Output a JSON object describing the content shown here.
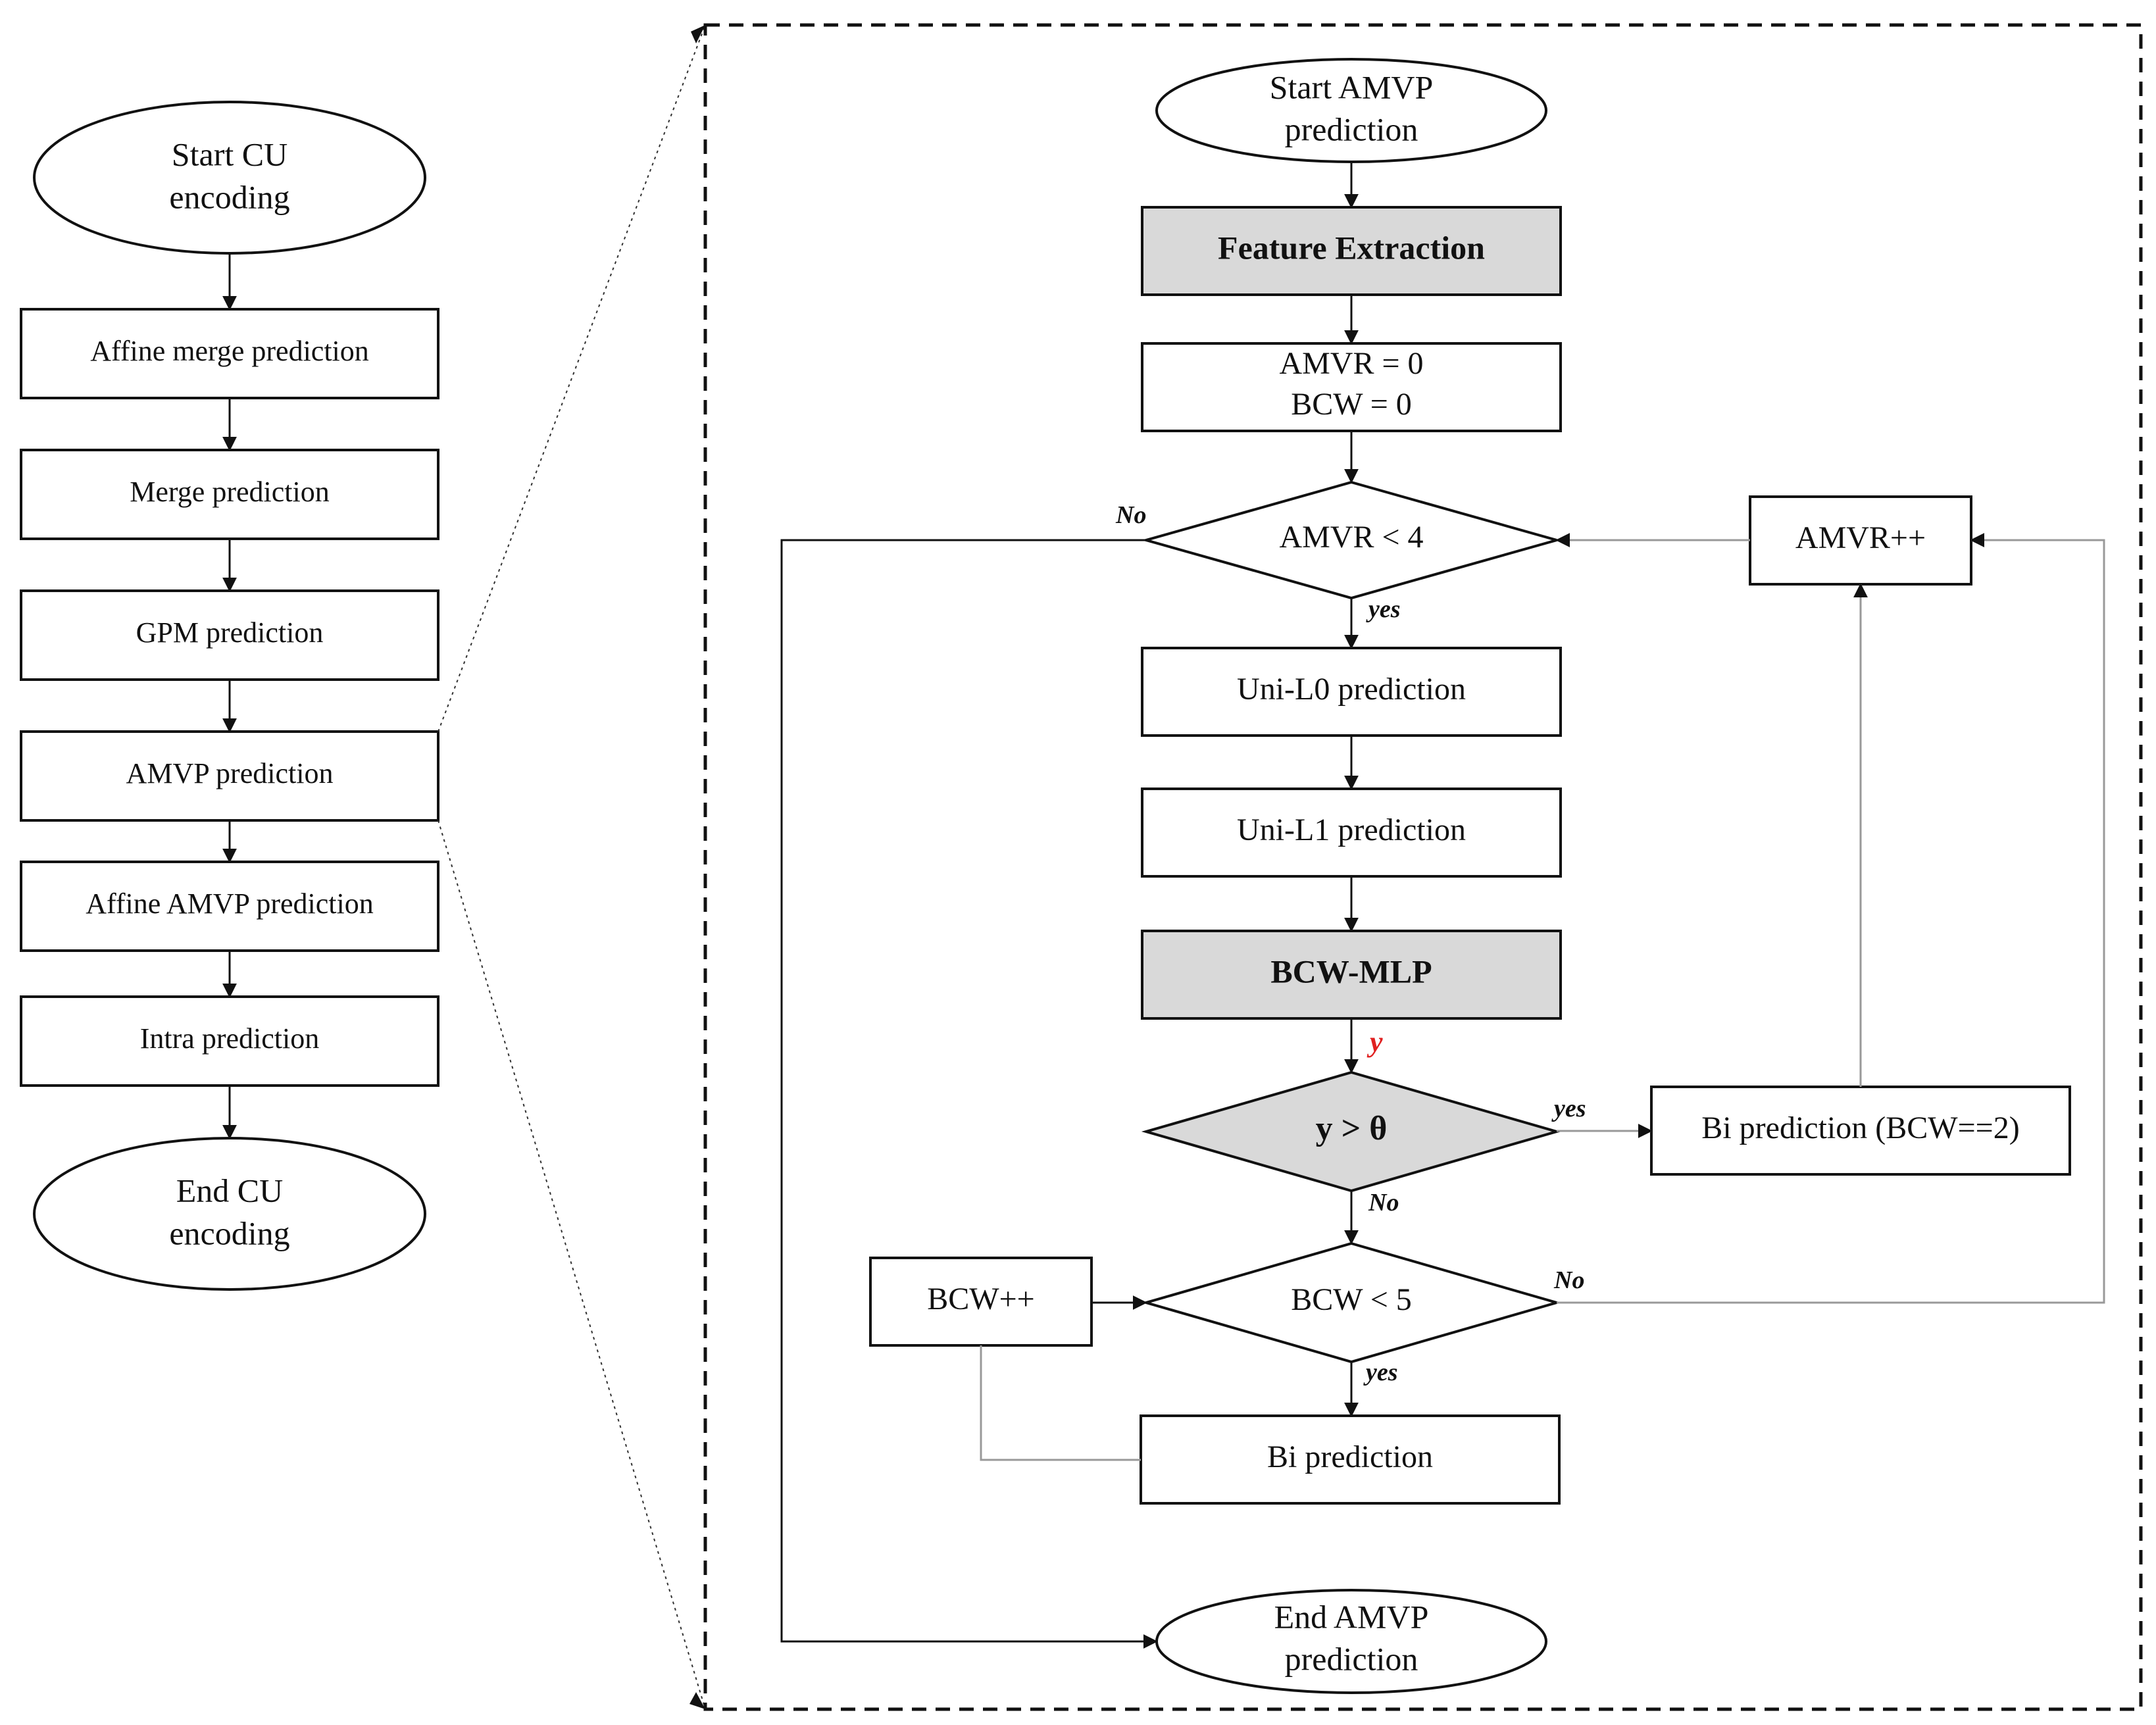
{
  "left_flow": {
    "start": [
      "Start CU",
      "encoding"
    ],
    "steps": [
      "Affine merge prediction",
      "Merge prediction",
      "GPM prediction",
      "AMVP prediction",
      "Affine AMVP prediction",
      "Intra prediction"
    ],
    "end": [
      "End CU",
      "encoding"
    ]
  },
  "amvp_detail": {
    "start": [
      "Start AMVP",
      "prediction"
    ],
    "feature_extraction": "Feature Extraction",
    "init": [
      "AMVR = 0",
      "BCW = 0"
    ],
    "amvr_check": "AMVR < 4",
    "amvr_inc": "AMVR++",
    "uni_l0": "Uni-L0 prediction",
    "uni_l1": "Uni-L1 prediction",
    "bcw_mlp": "BCW-MLP",
    "mlp_output": "y",
    "threshold_check": "y > θ",
    "bi_bcw2": "Bi prediction (BCW==2)",
    "bcw_check": "BCW < 5",
    "bcw_inc": "BCW++",
    "bi_pred": "Bi prediction",
    "end": [
      "End AMVP",
      "prediction"
    ]
  },
  "edge_labels": {
    "amvr_no": "No",
    "amvr_yes": "yes",
    "theta_yes": "yes",
    "theta_no": "No",
    "bcw_no": "No",
    "bcw_yes": "yes"
  },
  "colors": {
    "highlight_fill": "#d9d9d9",
    "mlp_output_text": "#e02020"
  }
}
